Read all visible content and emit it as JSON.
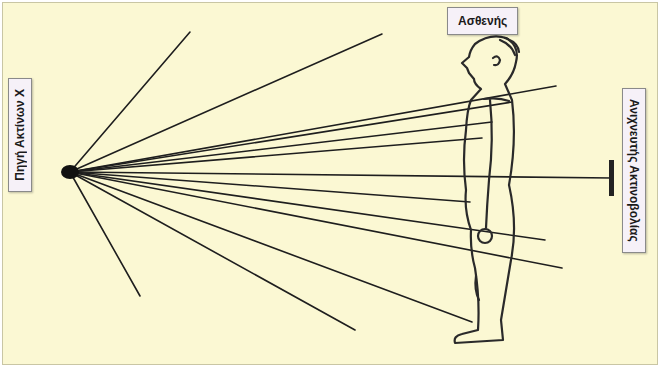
{
  "diagram": {
    "nodes": [
      {
        "text": [
          "Πηγή Ακτίνων Χ"
        ]
      },
      {
        "text": [
          "Ασθενής"
        ]
      },
      {
        "text": [
          "Ανιχνευτής Ακτινοβολίας"
        ]
      }
    ]
  }
}
